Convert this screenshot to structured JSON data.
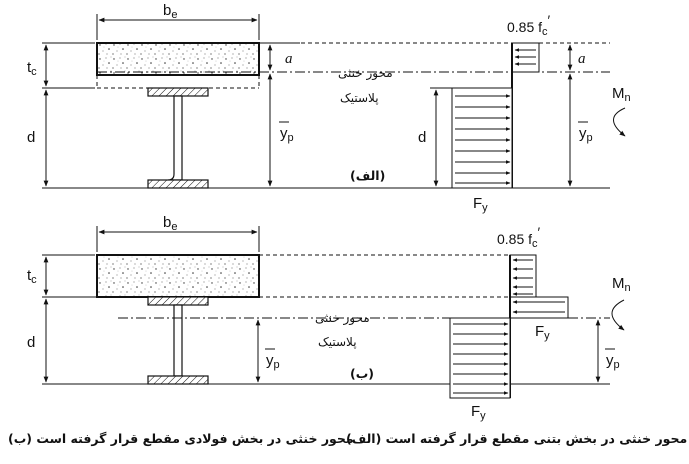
{
  "labels": {
    "be": "b",
    "be_sub": "e",
    "tc": "t",
    "tc_sub": "c",
    "a": "a",
    "d": "d",
    "yp": "y",
    "yp_sub": "p",
    "Mn": "M",
    "Mn_sub": "n",
    "Fy": "F",
    "Fy_sub": "y",
    "fc_coef": "0.85 f",
    "fc_sub": "c",
    "fc_prime": "′",
    "pna_line1": "محور خنثی",
    "pna_line2": "پلاستیک"
  },
  "panels": {
    "a_tag": "(الف)",
    "b_tag": "(ب)"
  },
  "captions": {
    "a": "(الف) محور خنثی در بخش بتنی مقطع قرار گرفته است",
    "b": "(ب) محور خنثی در بخش فولادی مقطع قرار گرفته است"
  }
}
